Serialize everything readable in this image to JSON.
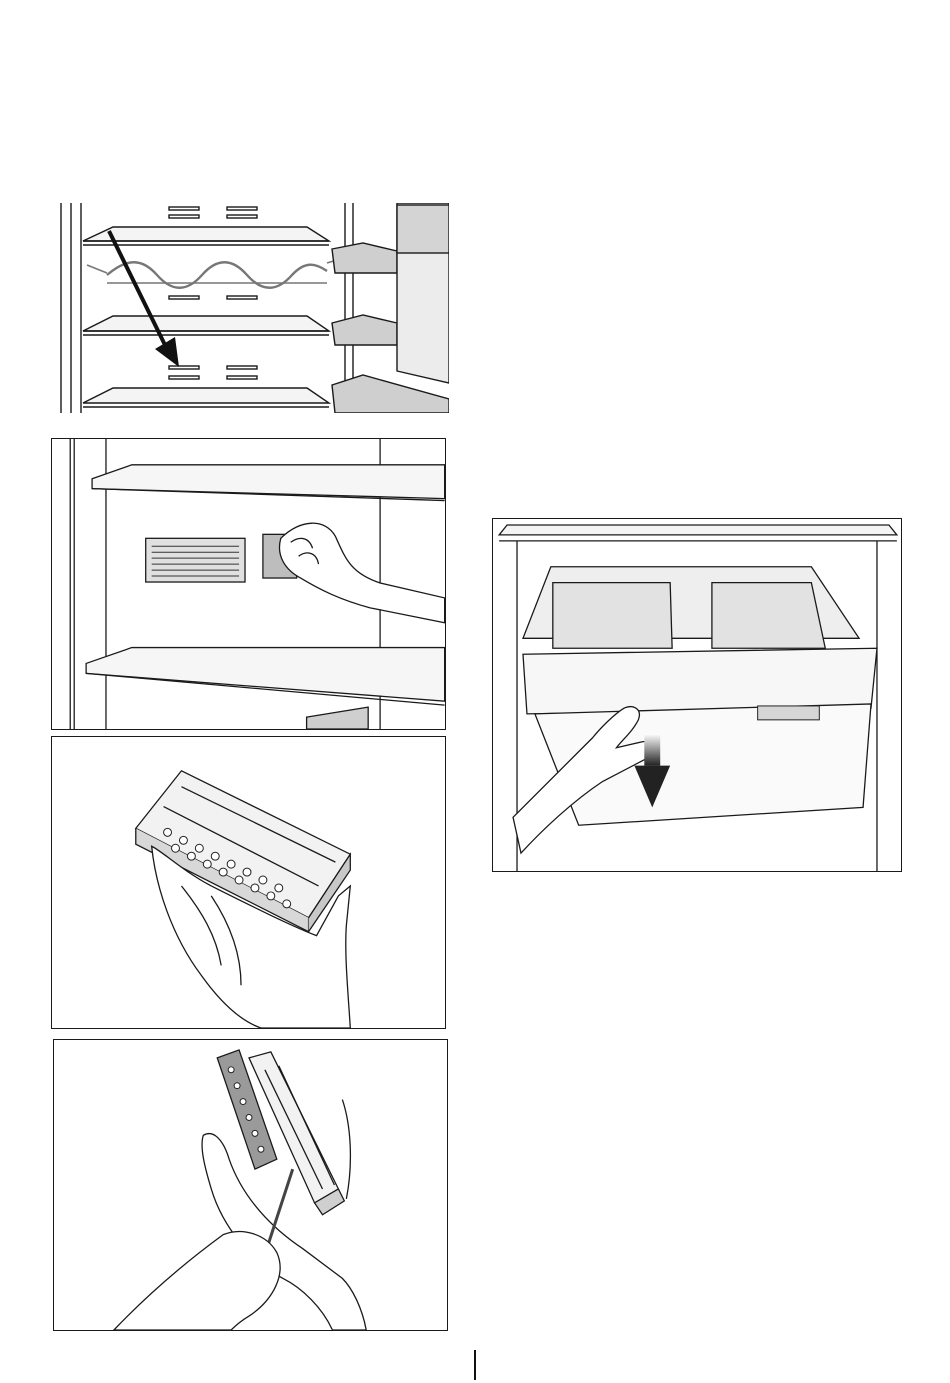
{
  "page": {
    "figures": [
      {
        "id": "wine-rack-relocation",
        "icon": "arrow-down-icon"
      },
      {
        "id": "odour-filter-removal",
        "icon": "hand-icon"
      },
      {
        "id": "odour-filter-in-hands",
        "icon": "hand-icon"
      },
      {
        "id": "odour-filter-opening",
        "icon": "screwdriver-icon"
      },
      {
        "id": "crisper-drawer-removal",
        "icon": "arrow-down-icon"
      }
    ],
    "colors": {
      "line": "#1a1a1a",
      "fill-light": "#e6e6e6",
      "fill-mid": "#bdbdbd",
      "fill-dark": "#7a7a7a"
    }
  }
}
